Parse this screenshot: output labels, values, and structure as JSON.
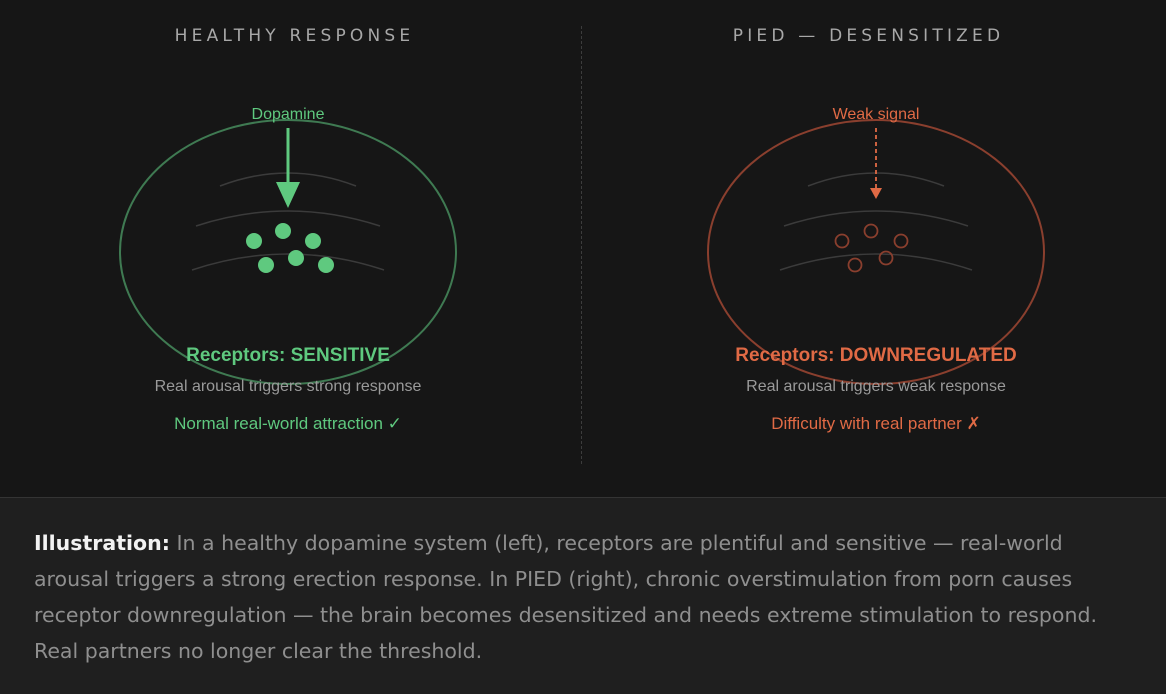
{
  "panels": {
    "healthy": {
      "title": "HEALTHY RESPONSE",
      "signal_label": "Dopamine",
      "status": "Receptors: SENSITIVE",
      "subtitle": "Real arousal triggers strong response",
      "result": "Normal real-world attraction ✓",
      "color": "#5fc97f",
      "ellipse_color": "#3f7a52",
      "receptor_style": "filled"
    },
    "pied": {
      "title": "PIED — DESENSITIZED",
      "signal_label": "Weak signal",
      "status": "Receptors: DOWNREGULATED",
      "subtitle": "Real arousal triggers weak response",
      "result": "Difficulty with real partner ✗",
      "color": "#e06a45",
      "ellipse_color": "#8a3f2e",
      "receptor_style": "hollow"
    }
  },
  "note": {
    "label": "Illustration:",
    "text": "In a healthy dopamine system (left), receptors are plentiful and sensitive — real-world arousal triggers a strong erection response. In PIED (right), chronic overstimulation from porn causes receptor downregulation — the brain becomes desensitized and needs extreme stimulation to respond. Real partners no longer clear the threshold."
  }
}
